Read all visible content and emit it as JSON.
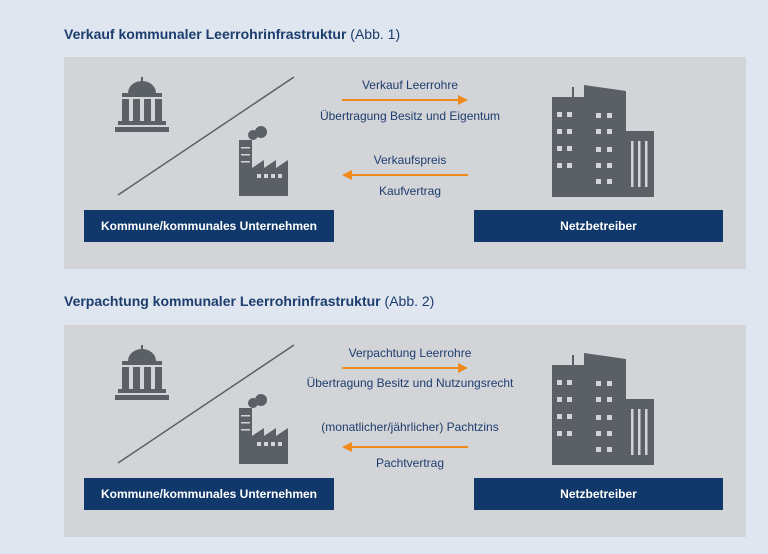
{
  "figures": [
    {
      "title_main": "Verkauf kommunaler Leerrohrinfrastruktur",
      "title_ref": " (Abb. 1)",
      "left_label": "Kommune/kommunales Unternehmen",
      "right_label": "Netzbetreiber",
      "arrow_right_label": "Verkauf Leerrohre",
      "arrow_right_sublabel": "Übertragung Besitz und Eigentum",
      "arrow_left_label": "Verkaufspreis",
      "arrow_left_sublabel": "Kaufvertrag"
    },
    {
      "title_main": "Verpachtung kommunaler Leerrohrinfrastruktur",
      "title_ref": " (Abb. 2)",
      "left_label": "Kommune/kommunales Unternehmen",
      "right_label": "Netzbetreiber",
      "arrow_right_label": "Verpachtung Leerrohre",
      "arrow_right_sublabel": "Übertragung Besitz und Nutzungsrecht",
      "arrow_left_label": "(monatlicher/jährlicher) Pachtzins",
      "arrow_left_sublabel": "Pachtvertrag"
    }
  ],
  "colors": {
    "background": "#dfe6ef",
    "panel": "#d3d4d7",
    "label_box": "#11386a",
    "arrow": "#f08a1c",
    "icon": "#5a6066",
    "text": "#1c3d6e"
  },
  "icons": [
    "town-hall-icon",
    "factory-icon",
    "office-buildings-icon"
  ]
}
